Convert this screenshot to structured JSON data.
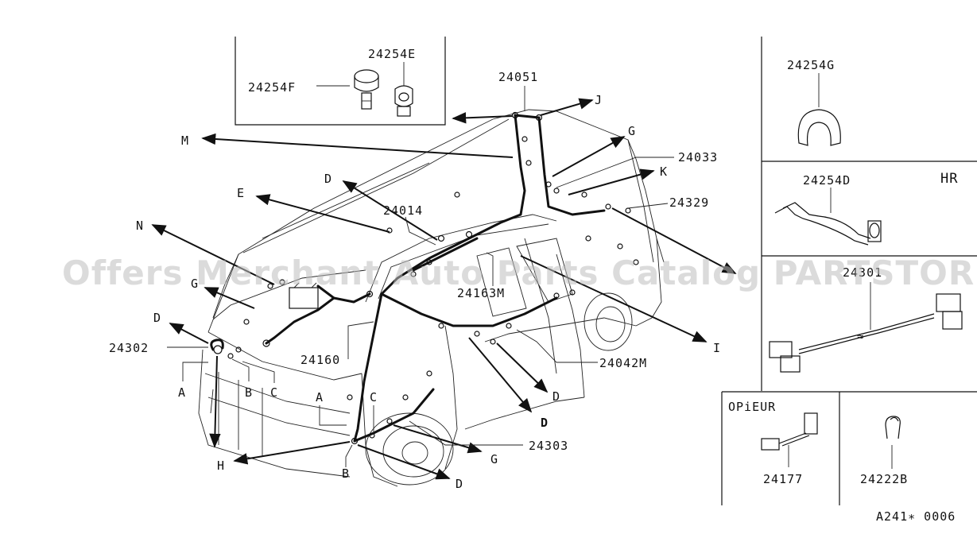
{
  "watermark": "Offers Merchant Auto Parts Catalog PARTSTORE.SA",
  "footer_code": "A241∗ 0006",
  "inset_top": {
    "part_f": "24254F",
    "part_e": "24254E"
  },
  "right_panels": {
    "panel_1": {
      "part": "24254G"
    },
    "panel_2": {
      "part": "24254D",
      "tag": "HR"
    },
    "panel_3": {
      "part": "24301"
    },
    "panel_4": {
      "tag": "OPiEUR",
      "part": "24177"
    },
    "panel_5": {
      "part": "24222B"
    }
  },
  "part_labels": {
    "p24051": "24051",
    "p24033": "24033",
    "p24014": "24014",
    "p24329": "24329",
    "p24163m": "24163M",
    "p24042m": "24042M",
    "p24302": "24302",
    "p24160": "24160",
    "p24303": "24303"
  },
  "letters": {
    "j": "J",
    "m": "M",
    "g_top": "G",
    "k": "K",
    "d_top": "D",
    "e": "E",
    "n": "N",
    "g_left": "G",
    "d_left": "D",
    "a_left": "A",
    "b_left": "B",
    "c_left": "C",
    "a_mid": "A",
    "c_mid": "C",
    "b_mid": "B",
    "h": "H",
    "i": "I",
    "d_right": "D",
    "d_bottom": "D",
    "g_bottom": "G",
    "d_low": "D"
  }
}
